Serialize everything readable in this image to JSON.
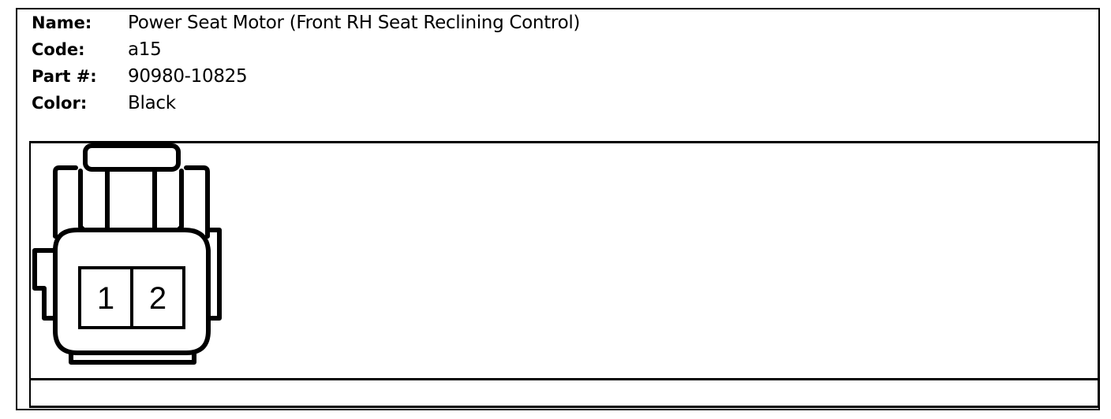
{
  "info": {
    "name_label": "Name:",
    "name_value": "Power Seat Motor (Front RH Seat Reclining Control)",
    "code_label": "Code:",
    "code_value": "a15",
    "part_label": "Part #:",
    "part_value": "90980-10825",
    "color_label": "Color:",
    "color_value": "Black"
  },
  "connector": {
    "icon": "two-pin-connector-face-icon",
    "pins": [
      "1",
      "2"
    ]
  }
}
